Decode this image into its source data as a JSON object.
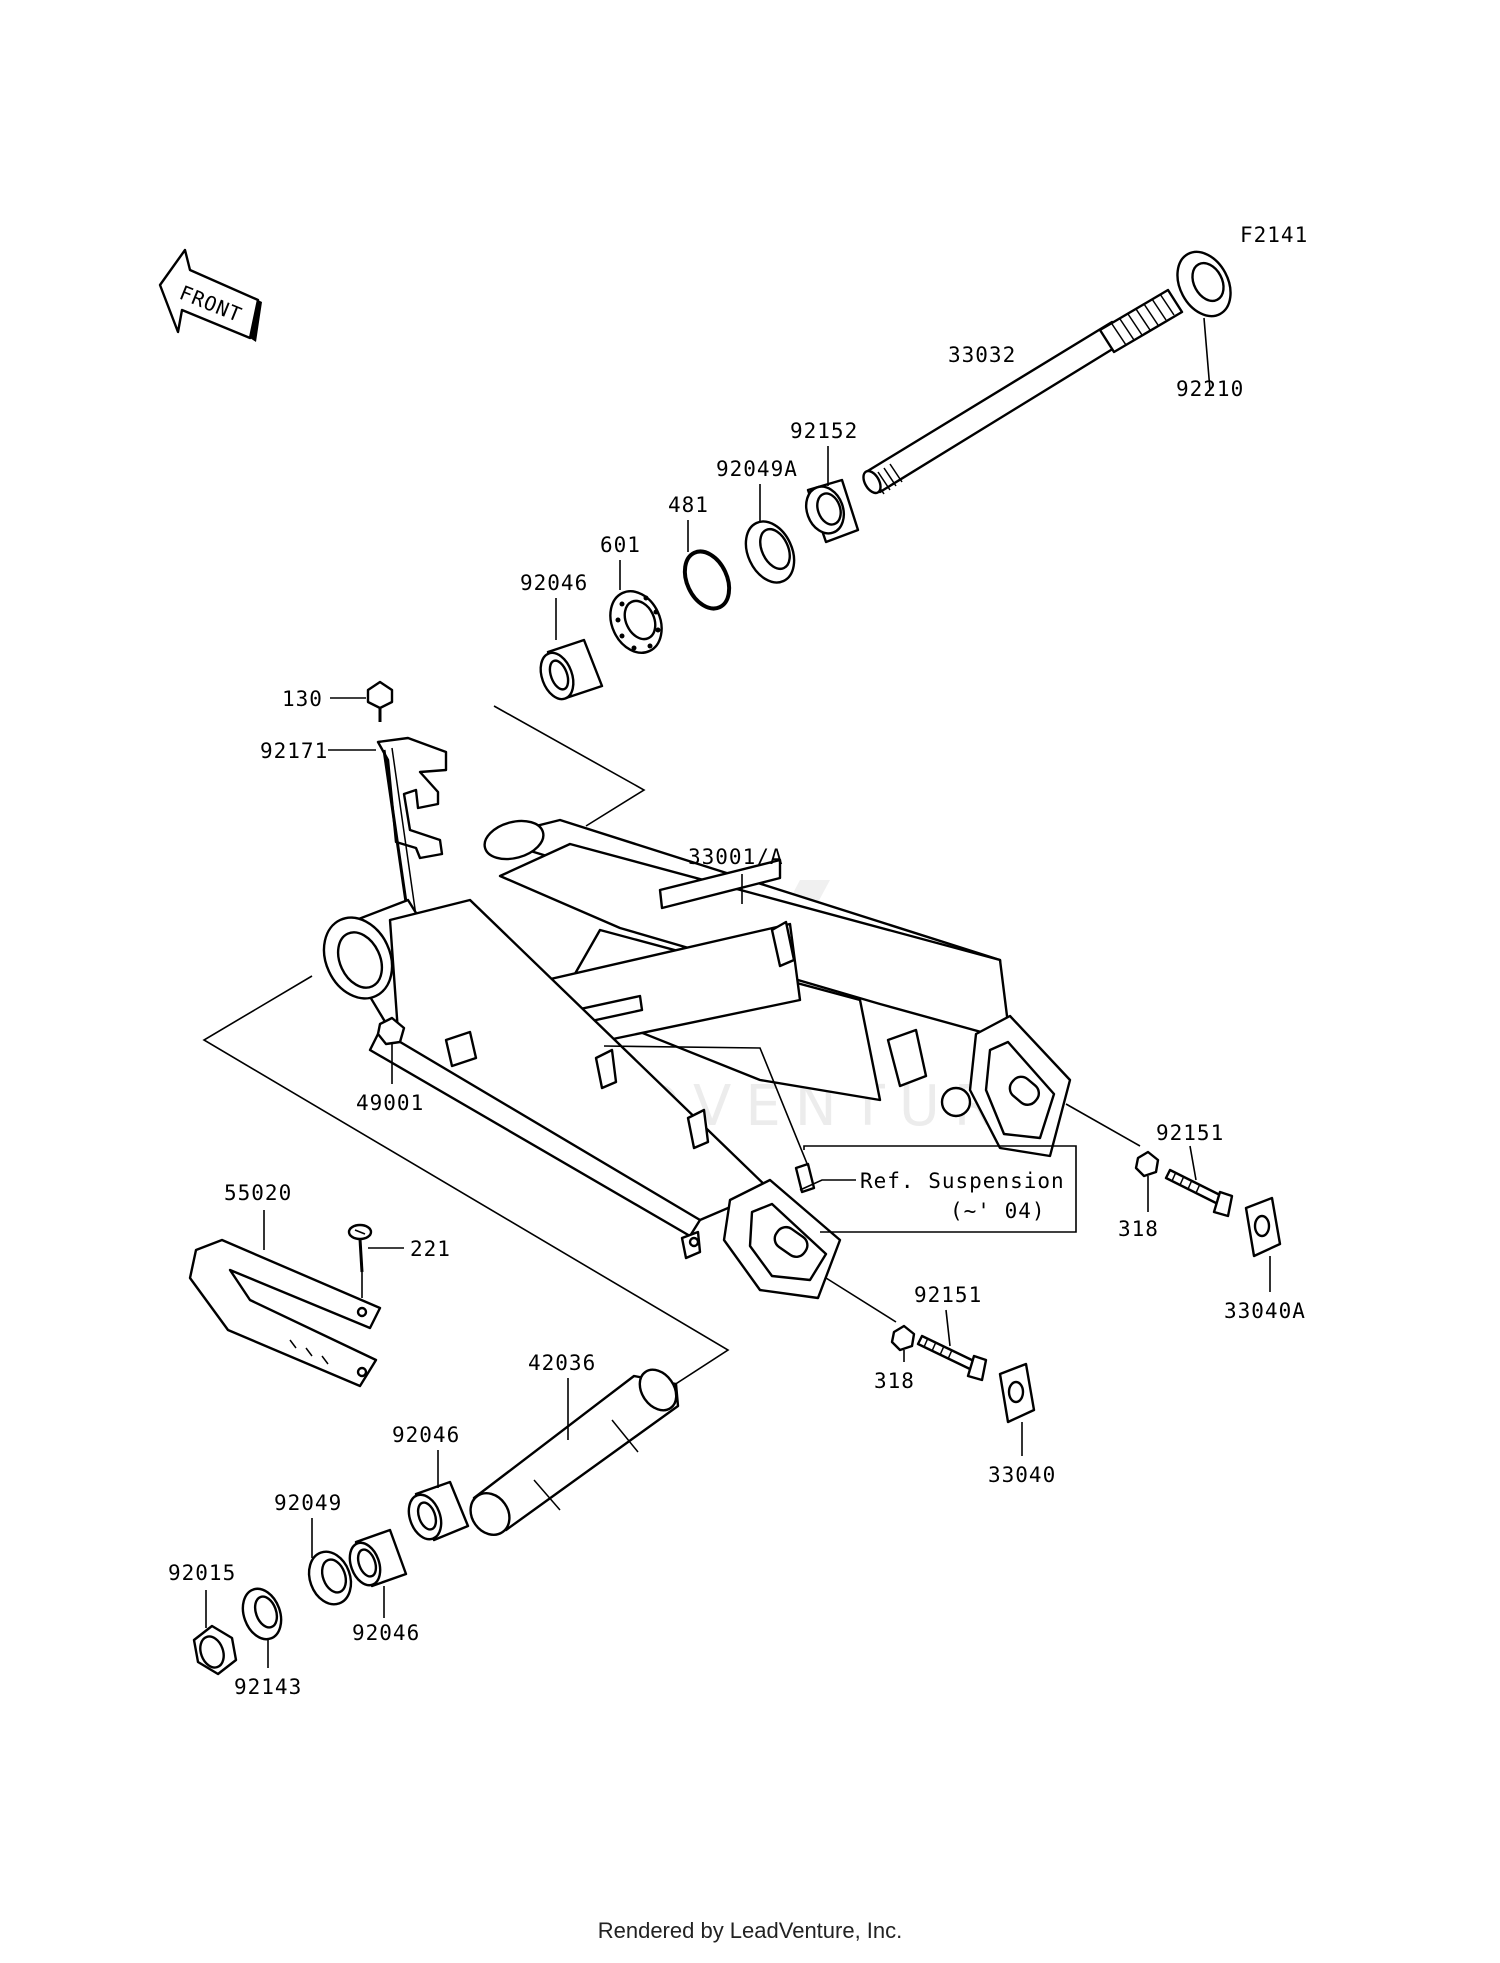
{
  "diagram": {
    "code": "F2141",
    "front_label": "FRONT",
    "watermark": "LEADVENTURE",
    "ref_note": {
      "line1": "Ref. Suspension",
      "line2": "(~' 04)"
    },
    "labels": {
      "p33032": "33032",
      "p92210": "92210",
      "p92152": "92152",
      "p92049A": "92049A",
      "p481": "481",
      "p601": "601",
      "p92046_top": "92046",
      "p130": "130",
      "p92171": "92171",
      "p33001A": "33001/A",
      "p49001": "49001",
      "p92151_right": "92151",
      "p318_right": "318",
      "p33040A": "33040A",
      "p55020": "55020",
      "p221": "221",
      "p92151_mid": "92151",
      "p318_mid": "318",
      "p33040": "33040",
      "p42036": "42036",
      "p92046_mid": "92046",
      "p92049": "92049",
      "p92046_bottom": "92046",
      "p92015": "92015",
      "p92143": "92143"
    }
  },
  "footer": {
    "text": "Rendered by LeadVenture, Inc."
  }
}
